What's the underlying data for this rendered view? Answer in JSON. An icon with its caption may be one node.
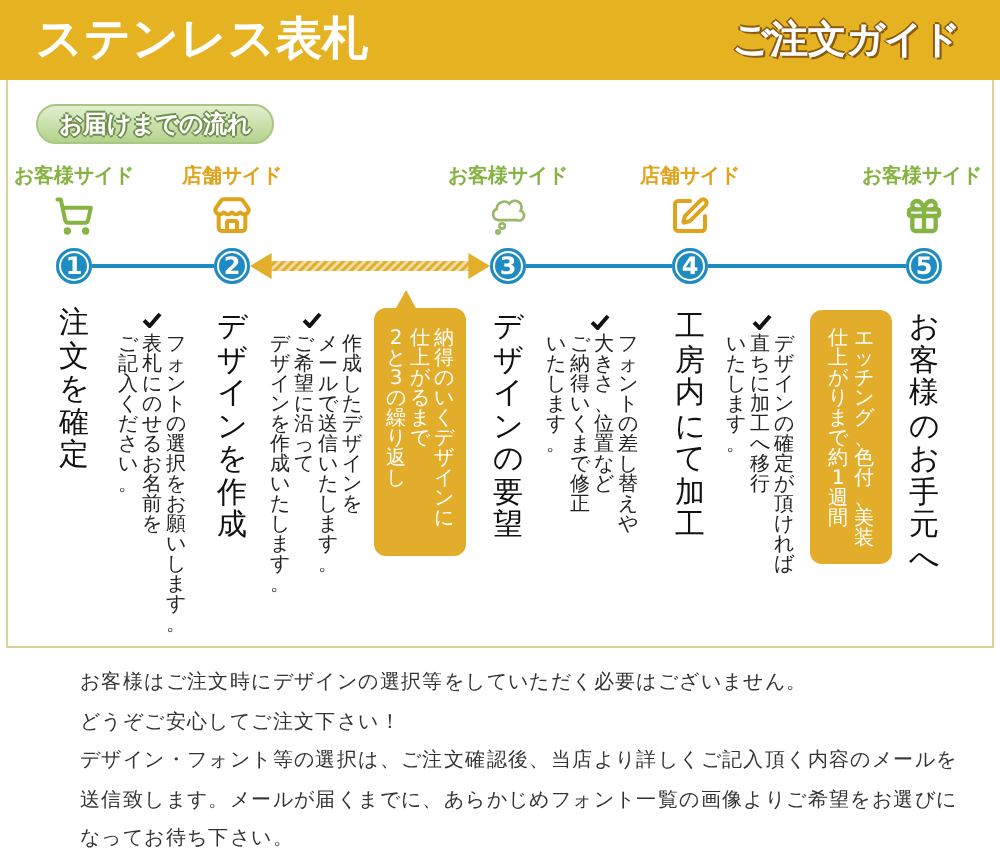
{
  "diagram": {
    "nodes": [
      {
        "text": [
          "ステンレス表札",
          "ご注文ガイド"
        ]
      },
      {
        "text": [
          "お届けまでの流れ"
        ]
      },
      {
        "text": [
          "1"
        ],
        "beside": [
          "注文を確定",
          "フォントの選択をお願いします。表札にのせるお名前をご記入ください。"
        ]
      },
      {
        "text": [
          "2"
        ],
        "beside": [
          "デザインを作成",
          "作成したデザインをメールで送信いたします。ご希望に沿ってデザインを作成いたします。"
        ]
      },
      {
        "text": [
          "3"
        ],
        "beside": [
          "デザインの要望",
          "フォントの差し替えや大きさ、位置などご納得いくまで修正いたします。"
        ]
      },
      {
        "text": [
          "4"
        ],
        "beside": [
          "工房内にて加工",
          "デザインの確定が頂ければ直ちに加工へ移行いたします。"
        ]
      },
      {
        "text": [
          "5"
        ],
        "beside": [
          "お客様のお手元へ"
        ]
      },
      {
        "text": [
          "納得のいくデザインに仕上がるまで2と3の繰り返し"
        ]
      },
      {
        "text": [
          "エッチング、色付、美装仕上がりまで約1週間"
        ]
      }
    ],
    "edges": [
      {
        "from": 2,
        "to": 3,
        "arrow": "none"
      },
      {
        "from": 3,
        "to": 4,
        "arrow": "both",
        "style": "thick",
        "color": "#e2ae2c"
      },
      {
        "from": 4,
        "to": 5,
        "arrow": "none"
      },
      {
        "from": 5,
        "to": 6,
        "arrow": "none"
      }
    ],
    "labels": [
      "お客様サイド",
      "店舗サイド",
      "お客様サイド",
      "店舗サイド",
      "お客様サイド",
      "お客様はご注文時にデザインの選択等をしていただく必要はございません。",
      "どうぞご安心してご注文下さい！",
      "デザイン・フォント等の選択は、ご注文確認後、当店より詳しくご記入頂く内容のメールを送信致します。メールが届くまでに、あらかじめフォント一覧の画像よりご希望をお選びになってお待ち下さい。"
    ]
  }
}
